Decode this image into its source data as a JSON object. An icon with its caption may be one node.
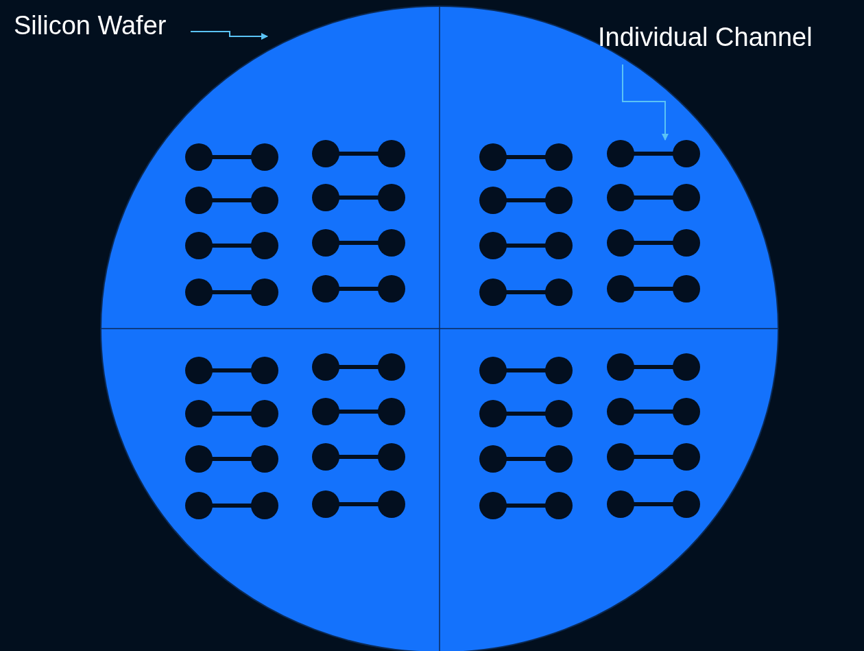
{
  "diagram": {
    "nodes": [
      {
        "text": [
          "Silicon Wafer"
        ]
      },
      {
        "text": [],
        "shape": "circle"
      },
      {
        "text": [
          "Individual Channel"
        ]
      },
      {
        "text": [],
        "shape": "dumbbell",
        "in": 1
      },
      {
        "text": [],
        "shape": "dumbbell",
        "in": 1
      },
      {
        "text": [],
        "shape": "dumbbell",
        "in": 1
      },
      {
        "text": [],
        "shape": "dumbbell",
        "in": 1
      },
      {
        "text": [],
        "shape": "dumbbell",
        "in": 1
      },
      {
        "text": [],
        "shape": "dumbbell",
        "in": 1
      },
      {
        "text": [],
        "shape": "dumbbell",
        "in": 1
      },
      {
        "text": [],
        "shape": "dumbbell",
        "in": 1
      },
      {
        "text": [],
        "shape": "dumbbell",
        "in": 1
      },
      {
        "text": [],
        "shape": "dumbbell",
        "in": 1
      },
      {
        "text": [],
        "shape": "dumbbell",
        "in": 1
      },
      {
        "text": [],
        "shape": "dumbbell",
        "in": 1
      },
      {
        "text": [],
        "shape": "dumbbell",
        "in": 1
      },
      {
        "text": [],
        "shape": "dumbbell",
        "in": 1
      },
      {
        "text": [],
        "shape": "dumbbell",
        "in": 1
      },
      {
        "text": [],
        "shape": "dumbbell",
        "in": 1
      },
      {
        "text": [],
        "shape": "dumbbell",
        "in": 1
      },
      {
        "text": [],
        "shape": "dumbbell",
        "in": 1
      },
      {
        "text": [],
        "shape": "dumbbell",
        "in": 1
      },
      {
        "text": [],
        "shape": "dumbbell",
        "in": 1
      },
      {
        "text": [],
        "shape": "dumbbell",
        "in": 1
      },
      {
        "text": [],
        "shape": "dumbbell",
        "in": 1
      },
      {
        "text": [],
        "shape": "dumbbell",
        "in": 1
      },
      {
        "text": [],
        "shape": "dumbbell",
        "in": 1
      },
      {
        "text": [],
        "shape": "dumbbell",
        "in": 1
      },
      {
        "text": [],
        "shape": "dumbbell",
        "in": 1
      },
      {
        "text": [],
        "shape": "dumbbell",
        "in": 1
      },
      {
        "text": [],
        "shape": "dumbbell",
        "in": 1
      },
      {
        "text": [],
        "shape": "dumbbell",
        "in": 1
      },
      {
        "text": [],
        "shape": "dumbbell",
        "in": 1
      },
      {
        "text": [],
        "shape": "dumbbell",
        "in": 1
      },
      {
        "text": [],
        "shape": "dumbbell",
        "in": 1
      }
    ],
    "edges": [
      {
        "from": 0,
        "to": 1,
        "arrow": "to"
      },
      {
        "from": 2,
        "to": 6,
        "arrow": "to"
      }
    ]
  }
}
